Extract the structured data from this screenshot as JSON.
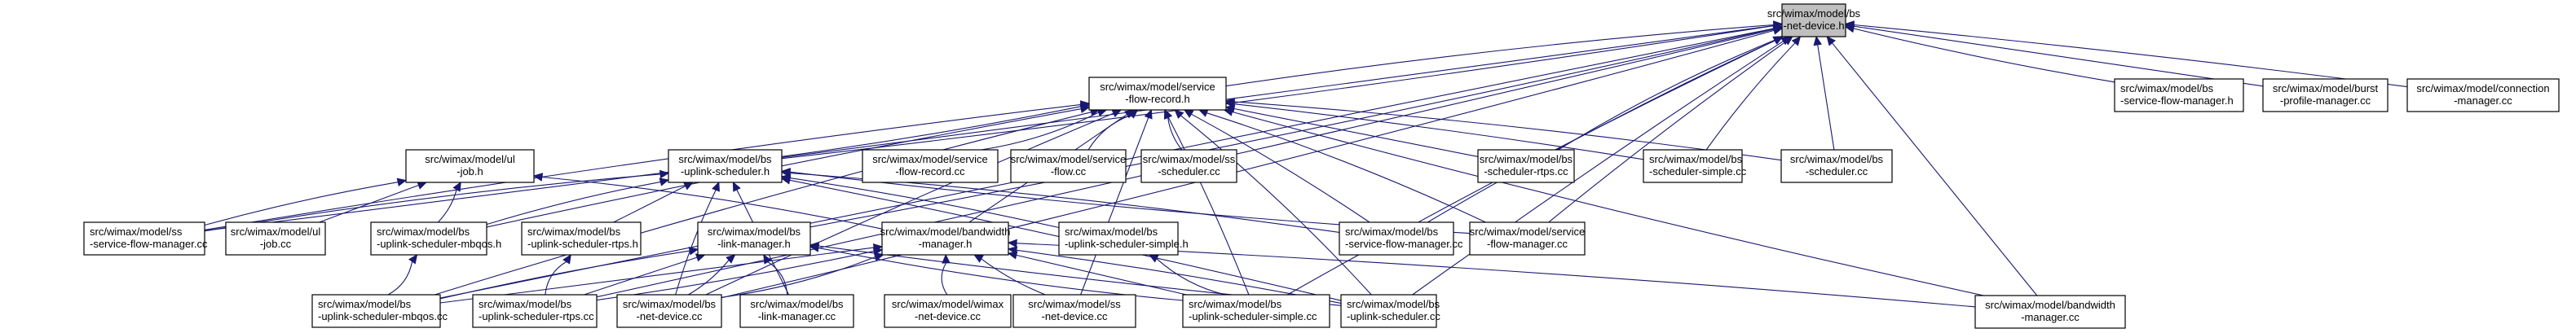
{
  "title": "Include dependency graph (included by) for src/wimax/model/bs-net-device.h",
  "colors": {
    "edge": "#191970",
    "root_fill": "#bfbfbf",
    "node_fill": "#ffffff",
    "node_border": "#000000"
  },
  "nodes": [
    {
      "id": "bs_net_device_h",
      "lines": [
        "src/wimax/model/bs",
        "-net-device.h"
      ],
      "root": true,
      "align": "center"
    },
    {
      "id": "service_flow_record_h",
      "lines": [
        "src/wimax/model/service",
        "-flow-record.h"
      ],
      "align": "center"
    },
    {
      "id": "bs_service_flow_manager_h",
      "lines": [
        "src/wimax/model/bs",
        "-service-flow-manager.h"
      ],
      "align": "left"
    },
    {
      "id": "burst_profile_manager_cc",
      "lines": [
        "src/wimax/model/burst",
        "-profile-manager.cc"
      ],
      "align": "center"
    },
    {
      "id": "connection_manager_cc",
      "lines": [
        "src/wimax/model/connection",
        "-manager.cc"
      ],
      "align": "center"
    },
    {
      "id": "ul_job_h",
      "lines": [
        "src/wimax/model/ul",
        "-job.h"
      ],
      "align": "center"
    },
    {
      "id": "bs_uplink_scheduler_h",
      "lines": [
        "src/wimax/model/bs",
        "-uplink-scheduler.h"
      ],
      "align": "center"
    },
    {
      "id": "service_flow_record_cc",
      "lines": [
        "src/wimax/model/service",
        "-flow-record.cc"
      ],
      "align": "center"
    },
    {
      "id": "service_flow_cc",
      "lines": [
        "src/wimax/model/service",
        "-flow.cc"
      ],
      "align": "center"
    },
    {
      "id": "ss_scheduler_cc",
      "lines": [
        "src/wimax/model/ss",
        "-scheduler.cc"
      ],
      "align": "center"
    },
    {
      "id": "bs_scheduler_rtps_cc",
      "lines": [
        "src/wimax/model/bs",
        "-scheduler-rtps.cc"
      ],
      "align": "center"
    },
    {
      "id": "bs_scheduler_simple_cc",
      "lines": [
        "src/wimax/model/bs",
        "-scheduler-simple.cc"
      ],
      "align": "left"
    },
    {
      "id": "bs_scheduler_cc",
      "lines": [
        "src/wimax/model/bs",
        "-scheduler.cc"
      ],
      "align": "center"
    },
    {
      "id": "ss_service_flow_manager_cc",
      "lines": [
        "src/wimax/model/ss",
        "-service-flow-manager.cc"
      ],
      "align": "left"
    },
    {
      "id": "ul_job_cc",
      "lines": [
        "src/wimax/model/ul",
        "-job.cc"
      ],
      "align": "center"
    },
    {
      "id": "bs_uplink_scheduler_mbqos_h",
      "lines": [
        "src/wimax/model/bs",
        "-uplink-scheduler-mbqos.h"
      ],
      "align": "left"
    },
    {
      "id": "bs_uplink_scheduler_rtps_h",
      "lines": [
        "src/wimax/model/bs",
        "-uplink-scheduler-rtps.h"
      ],
      "align": "left"
    },
    {
      "id": "bs_link_manager_h",
      "lines": [
        "src/wimax/model/bs",
        "-link-manager.h"
      ],
      "align": "center"
    },
    {
      "id": "bandwidth_manager_h",
      "lines": [
        "src/wimax/model/bandwidth",
        "-manager.h"
      ],
      "align": "center"
    },
    {
      "id": "bs_uplink_scheduler_simple_h",
      "lines": [
        "src/wimax/model/bs",
        "-uplink-scheduler-simple.h"
      ],
      "align": "left"
    },
    {
      "id": "bs_service_flow_manager_cc",
      "lines": [
        "src/wimax/model/bs",
        "-service-flow-manager.cc"
      ],
      "align": "left"
    },
    {
      "id": "service_flow_manager_cc",
      "lines": [
        "src/wimax/model/service",
        "-flow-manager.cc"
      ],
      "align": "center"
    },
    {
      "id": "bs_uplink_scheduler_mbqos_cc",
      "lines": [
        "src/wimax/model/bs",
        "-uplink-scheduler-mbqos.cc"
      ],
      "align": "left"
    },
    {
      "id": "bs_uplink_scheduler_rtps_cc",
      "lines": [
        "src/wimax/model/bs",
        "-uplink-scheduler-rtps.cc"
      ],
      "align": "left"
    },
    {
      "id": "bs_net_device_cc",
      "lines": [
        "src/wimax/model/bs",
        "-net-device.cc"
      ],
      "align": "center"
    },
    {
      "id": "bs_link_manager_cc",
      "lines": [
        "src/wimax/model/bs",
        "-link-manager.cc"
      ],
      "align": "center"
    },
    {
      "id": "wimax_net_device_cc",
      "lines": [
        "src/wimax/model/wimax",
        "-net-device.cc"
      ],
      "align": "center"
    },
    {
      "id": "ss_net_device_cc",
      "lines": [
        "src/wimax/model/ss",
        "-net-device.cc"
      ],
      "align": "center"
    },
    {
      "id": "bs_uplink_scheduler_simple_cc",
      "lines": [
        "src/wimax/model/bs",
        "-uplink-scheduler-simple.cc"
      ],
      "align": "left"
    },
    {
      "id": "bs_uplink_scheduler_cc",
      "lines": [
        "src/wimax/model/bs",
        "-uplink-scheduler.cc"
      ],
      "align": "left"
    },
    {
      "id": "bandwidth_manager_cc",
      "lines": [
        "src/wimax/model/bandwidth",
        "-manager.cc"
      ],
      "align": "center"
    }
  ],
  "edges": [
    [
      "service_flow_record_h",
      "bs_net_device_h"
    ],
    [
      "bs_service_flow_manager_h",
      "bs_net_device_h"
    ],
    [
      "burst_profile_manager_cc",
      "bs_net_device_h"
    ],
    [
      "connection_manager_cc",
      "bs_net_device_h"
    ],
    [
      "bs_uplink_scheduler_h",
      "bs_net_device_h"
    ],
    [
      "bs_scheduler_rtps_cc",
      "bs_net_device_h"
    ],
    [
      "bs_scheduler_simple_cc",
      "bs_net_device_h"
    ],
    [
      "bs_scheduler_cc",
      "bs_net_device_h"
    ],
    [
      "ss_service_flow_manager_cc",
      "bs_net_device_h"
    ],
    [
      "bs_link_manager_h",
      "bs_net_device_h"
    ],
    [
      "bs_service_flow_manager_cc",
      "bs_net_device_h"
    ],
    [
      "service_flow_manager_cc",
      "bs_net_device_h"
    ],
    [
      "bs_uplink_scheduler_mbqos_cc",
      "bs_net_device_h"
    ],
    [
      "bs_uplink_scheduler_rtps_cc",
      "bs_net_device_h"
    ],
    [
      "bs_net_device_cc",
      "bs_net_device_h"
    ],
    [
      "bs_uplink_scheduler_simple_cc",
      "bs_net_device_h"
    ],
    [
      "bs_uplink_scheduler_cc",
      "bs_net_device_h"
    ],
    [
      "bandwidth_manager_cc",
      "bs_net_device_h"
    ],
    [
      "bs_uplink_scheduler_h",
      "service_flow_record_h"
    ],
    [
      "service_flow_record_cc",
      "service_flow_record_h"
    ],
    [
      "service_flow_cc",
      "service_flow_record_h"
    ],
    [
      "ss_scheduler_cc",
      "service_flow_record_h"
    ],
    [
      "bs_scheduler_rtps_cc",
      "service_flow_record_h"
    ],
    [
      "bs_scheduler_simple_cc",
      "service_flow_record_h"
    ],
    [
      "bs_scheduler_cc",
      "service_flow_record_h"
    ],
    [
      "ss_service_flow_manager_cc",
      "service_flow_record_h"
    ],
    [
      "bs_uplink_scheduler_mbqos_h",
      "service_flow_record_h"
    ],
    [
      "bandwidth_manager_h",
      "service_flow_record_h"
    ],
    [
      "bs_service_flow_manager_cc",
      "service_flow_record_h"
    ],
    [
      "service_flow_manager_cc",
      "service_flow_record_h"
    ],
    [
      "bs_uplink_scheduler_mbqos_cc",
      "service_flow_record_h"
    ],
    [
      "bs_net_device_cc",
      "service_flow_record_h"
    ],
    [
      "ss_net_device_cc",
      "service_flow_record_h"
    ],
    [
      "bs_uplink_scheduler_simple_cc",
      "service_flow_record_h"
    ],
    [
      "bs_uplink_scheduler_cc",
      "service_flow_record_h"
    ],
    [
      "bandwidth_manager_cc",
      "service_flow_record_h"
    ],
    [
      "ss_service_flow_manager_cc",
      "ul_job_h"
    ],
    [
      "ul_job_cc",
      "ul_job_h"
    ],
    [
      "bs_uplink_scheduler_mbqos_h",
      "ul_job_h"
    ],
    [
      "bandwidth_manager_h",
      "ul_job_h"
    ],
    [
      "ss_service_flow_manager_cc",
      "bs_uplink_scheduler_h"
    ],
    [
      "bs_uplink_scheduler_mbqos_h",
      "bs_uplink_scheduler_h"
    ],
    [
      "bs_uplink_scheduler_rtps_h",
      "bs_uplink_scheduler_h"
    ],
    [
      "bs_uplink_scheduler_simple_h",
      "bs_uplink_scheduler_h"
    ],
    [
      "bs_service_flow_manager_cc",
      "bs_uplink_scheduler_h"
    ],
    [
      "service_flow_manager_cc",
      "bs_uplink_scheduler_h"
    ],
    [
      "bs_net_device_cc",
      "bs_uplink_scheduler_h"
    ],
    [
      "bs_link_manager_cc",
      "bs_uplink_scheduler_h"
    ],
    [
      "bs_uplink_scheduler_cc",
      "bs_uplink_scheduler_h"
    ],
    [
      "bs_uplink_scheduler_mbqos_cc",
      "bs_uplink_scheduler_mbqos_h"
    ],
    [
      "bs_uplink_scheduler_rtps_cc",
      "bs_uplink_scheduler_rtps_h"
    ],
    [
      "bs_uplink_scheduler_mbqos_cc",
      "bs_link_manager_h"
    ],
    [
      "bs_uplink_scheduler_rtps_cc",
      "bs_link_manager_h"
    ],
    [
      "bs_net_device_cc",
      "bs_link_manager_h"
    ],
    [
      "bs_link_manager_cc",
      "bs_link_manager_h"
    ],
    [
      "bs_uplink_scheduler_simple_cc",
      "bs_link_manager_h"
    ],
    [
      "bs_uplink_scheduler_cc",
      "bs_link_manager_h"
    ],
    [
      "bs_uplink_scheduler_mbqos_cc",
      "bandwidth_manager_h"
    ],
    [
      "bs_uplink_scheduler_rtps_cc",
      "bandwidth_manager_h"
    ],
    [
      "bs_net_device_cc",
      "bandwidth_manager_h"
    ],
    [
      "wimax_net_device_cc",
      "bandwidth_manager_h"
    ],
    [
      "ss_net_device_cc",
      "bandwidth_manager_h"
    ],
    [
      "bs_uplink_scheduler_simple_cc",
      "bandwidth_manager_h"
    ],
    [
      "bs_uplink_scheduler_cc",
      "bandwidth_manager_h"
    ],
    [
      "bandwidth_manager_cc",
      "bandwidth_manager_h"
    ],
    [
      "bs_uplink_scheduler_simple_cc",
      "bs_uplink_scheduler_simple_h"
    ]
  ]
}
